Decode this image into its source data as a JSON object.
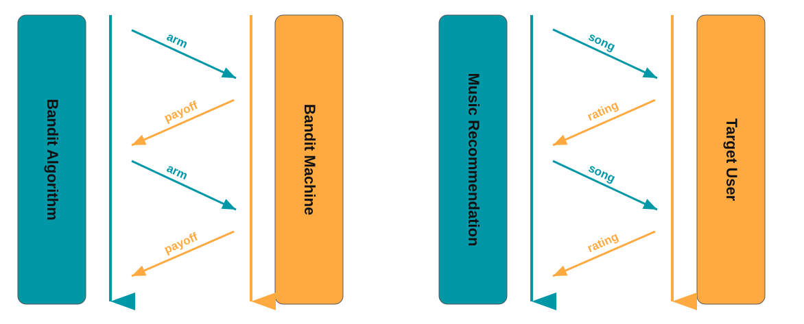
{
  "colors": {
    "teal": "#0097A7",
    "orange": "#FFAA40",
    "box_border": "#555555"
  },
  "panels": [
    {
      "left_box": "Bandit Algorithm",
      "right_box": "Bandit Machine",
      "messages": [
        "arm",
        "payoff",
        "arm",
        "payoff"
      ]
    },
    {
      "left_box": "Music Recommendation",
      "right_box": "Target User",
      "messages": [
        "song",
        "rating",
        "song",
        "rating"
      ]
    }
  ]
}
